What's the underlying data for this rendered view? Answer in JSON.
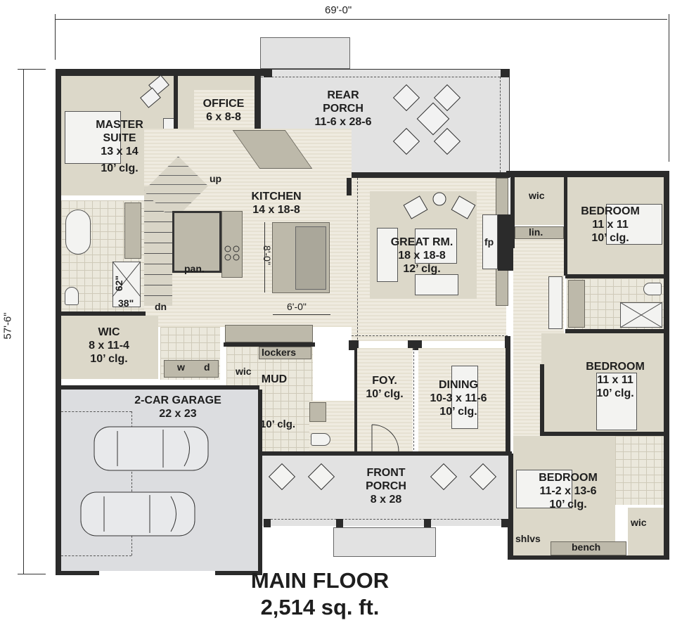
{
  "dimensions": {
    "width": "69'-0\"",
    "depth": "57'-6\""
  },
  "rooms": {
    "master_suite": {
      "name_l1": "MASTER",
      "name_l2": "SUITE",
      "size": "13 x 14",
      "ceiling": "10’ clg."
    },
    "office": {
      "name": "OFFICE",
      "size": "6 x 8-8"
    },
    "rear_porch": {
      "name_l1": "REAR",
      "name_l2": "PORCH",
      "size": "11-6 x 28-6"
    },
    "kitchen": {
      "name": "KITCHEN",
      "size": "14 x 18-8",
      "island_depth": "8'-0\"",
      "island_width": "6'-0\""
    },
    "great_room": {
      "name": "GREAT RM.",
      "size": "18 x 18-8",
      "ceiling": "12’ clg.",
      "fireplace": "fp"
    },
    "bedroom_1": {
      "name": "BEDROOM",
      "size": "11 x 11",
      "ceiling": "10’ clg.",
      "closet": "wic"
    },
    "linen": {
      "name": "lin."
    },
    "bedroom_2": {
      "name": "BEDROOM",
      "size": "11 x 11",
      "ceiling": "10’ clg."
    },
    "bedroom_3": {
      "name": "BEDROOM",
      "size": "11-2 x 13-6",
      "ceiling": "10’ clg.",
      "closet": "wic",
      "shelves": "shlvs",
      "bench": "bench"
    },
    "master_bath": {
      "shower_w": "38\"",
      "shower_d": "62\""
    },
    "stairs": {
      "up": "up",
      "down": "dn",
      "pantry": "pan."
    },
    "master_wic": {
      "name": "WIC",
      "size": "8 x 11-4",
      "ceiling": "10’ clg."
    },
    "laundry": {
      "washer": "w",
      "dryer": "d"
    },
    "mud": {
      "name": "MUD",
      "ceiling": "10’ clg.",
      "lockers": "lockers",
      "closet": "wic"
    },
    "foyer": {
      "name": "FOY.",
      "ceiling": "10’ clg."
    },
    "dining": {
      "name": "DINING",
      "size": "10-3 x 11-6",
      "ceiling": "10’ clg."
    },
    "garage": {
      "name": "2-CAR GARAGE",
      "size": "22 x 23"
    },
    "front_porch": {
      "name_l1": "FRONT",
      "name_l2": "PORCH",
      "size": "8 x 28"
    }
  },
  "footer": {
    "title": "MAIN FLOOR",
    "area": "2,514 sq. ft."
  }
}
